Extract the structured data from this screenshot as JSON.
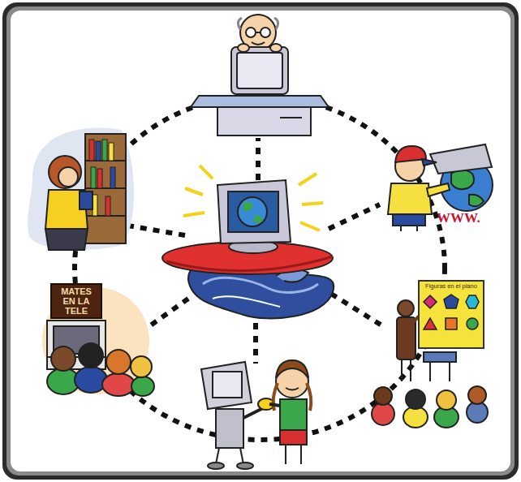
{
  "diagram": {
    "nodes": [
      {
        "text": [
          "MATES EN LA TELE"
        ]
      },
      {
        "text": [
          "Figuras en el plano"
        ]
      }
    ],
    "labels": [
      "WWW."
    ]
  }
}
